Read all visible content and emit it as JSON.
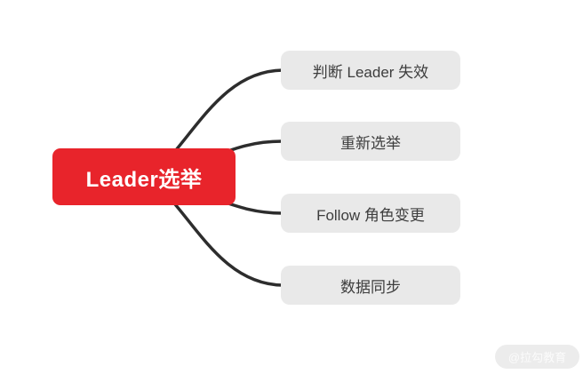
{
  "mindmap": {
    "root": {
      "label": "Leader选举"
    },
    "branches": [
      {
        "label": "判断 Leader 失效"
      },
      {
        "label": "重新选举"
      },
      {
        "label": "Follow 角色变更"
      },
      {
        "label": "数据同步"
      }
    ],
    "colors": {
      "root_bg": "#e8242b",
      "root_text": "#ffffff",
      "branch_bg": "#e9e9e9",
      "branch_text": "#3d3d3d",
      "connector_line": "#2d2d2d",
      "background": "#ffffff",
      "watermark_bg": "#ececec",
      "watermark_text": "#fbfbfb"
    }
  },
  "watermark": {
    "label": "@拉勾教育"
  }
}
